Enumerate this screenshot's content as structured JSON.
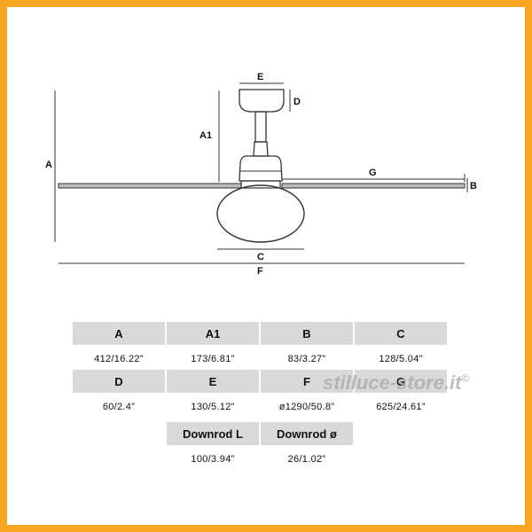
{
  "diagram": {
    "labels": {
      "A": "A",
      "A1": "A1",
      "B": "B",
      "C": "C",
      "D": "D",
      "E": "E",
      "F": "F",
      "G": "G"
    }
  },
  "table": {
    "rows": [
      {
        "headers": [
          "A",
          "A1",
          "B",
          "C"
        ],
        "values": [
          "412/16.22”",
          "173/6.81”",
          "83/3.27”",
          "128/5.04”"
        ]
      },
      {
        "headers": [
          "D",
          "E",
          "F",
          "G"
        ],
        "values": [
          "60/2.4”",
          "130/5.12”",
          "ø1290/50.8”",
          "625/24.61”"
        ]
      },
      {
        "headers": [
          "Downrod L",
          "Downrod ø"
        ],
        "values": [
          "100/3.94”",
          "26/1.02”"
        ]
      }
    ]
  },
  "watermark": {
    "text": "stilluce-store.it",
    "symbol": "©"
  },
  "colors": {
    "border": "#f6a623",
    "header_bg": "#d9d9d9",
    "line": "#333333"
  }
}
